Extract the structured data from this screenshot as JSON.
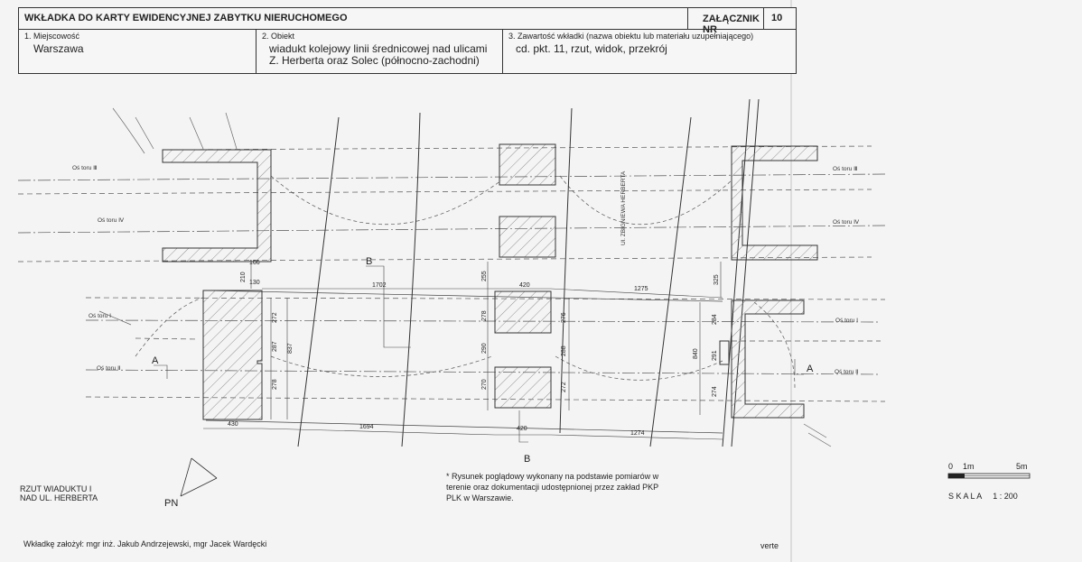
{
  "header": {
    "title": "WKŁADKA DO KARTY EWIDENCYJNEJ ZABYTKU NIERUCHOMEGO",
    "attachment_label": "ZAŁĄCZNIK NR",
    "attachment_number": "10",
    "field1_label": "1. Miejscowość",
    "field1_value": "Warszawa",
    "field2_label": "2. Obiekt",
    "field2_value_line1": "wiadukt kolejowy linii średnicowej nad ulicami",
    "field2_value_line2": "Z. Herberta oraz Solec (północno-zachodni)",
    "field3_label": "3. Zawartość wkładki (nazwa obiektu lub materiału uzupełniającego)",
    "field3_value": "cd. pkt. 11, rzut, widok, przekrój"
  },
  "drawing": {
    "axis_III": "Oś toru  Ⅲ",
    "axis_IV": "Oś toru  Ⅳ",
    "axis_I": "Oś toru  Ⅰ",
    "axis_II": "Oś toru  Ⅱ",
    "street": "Ul. ZBIGNIEWA HERBERTA",
    "section_A": "A",
    "section_B": "B",
    "dims": {
      "d166": "166",
      "d210": "210",
      "d130": "130",
      "d1702": "1702",
      "d255": "255",
      "d420": "420",
      "d1275": "1275",
      "d325": "325",
      "d272": "272",
      "d287": "287",
      "d837": "837",
      "d278": "278",
      "d290": "290",
      "d276": "276",
      "d288": "288",
      "d270": "270",
      "d284": "284",
      "d840": "840",
      "d291": "291",
      "d274": "274",
      "d430": "430",
      "d1694": "1694",
      "d1274": "1274"
    },
    "plan_title_line1": "RZUT WIADUKTU  I",
    "plan_title_line2": "NAD UL. HERBERTA",
    "north": "PN",
    "note_line1": "* Rysunek poglądowy wykonany na podstawie pomiarów w",
    "note_line2": "terenie oraz dokumentacji udostępnionej przez zakład PKP",
    "note_line3": "PLK w Warszawie.",
    "scale_0": "0",
    "scale_1m": "1m",
    "scale_5m": "5m",
    "scale_text": "S K A L A     1 : 200"
  },
  "footer": {
    "authors": "Wkładkę założył: mgr inż. Jakub Andrzejewski, mgr Jacek Wardęcki",
    "verte": "verte"
  }
}
